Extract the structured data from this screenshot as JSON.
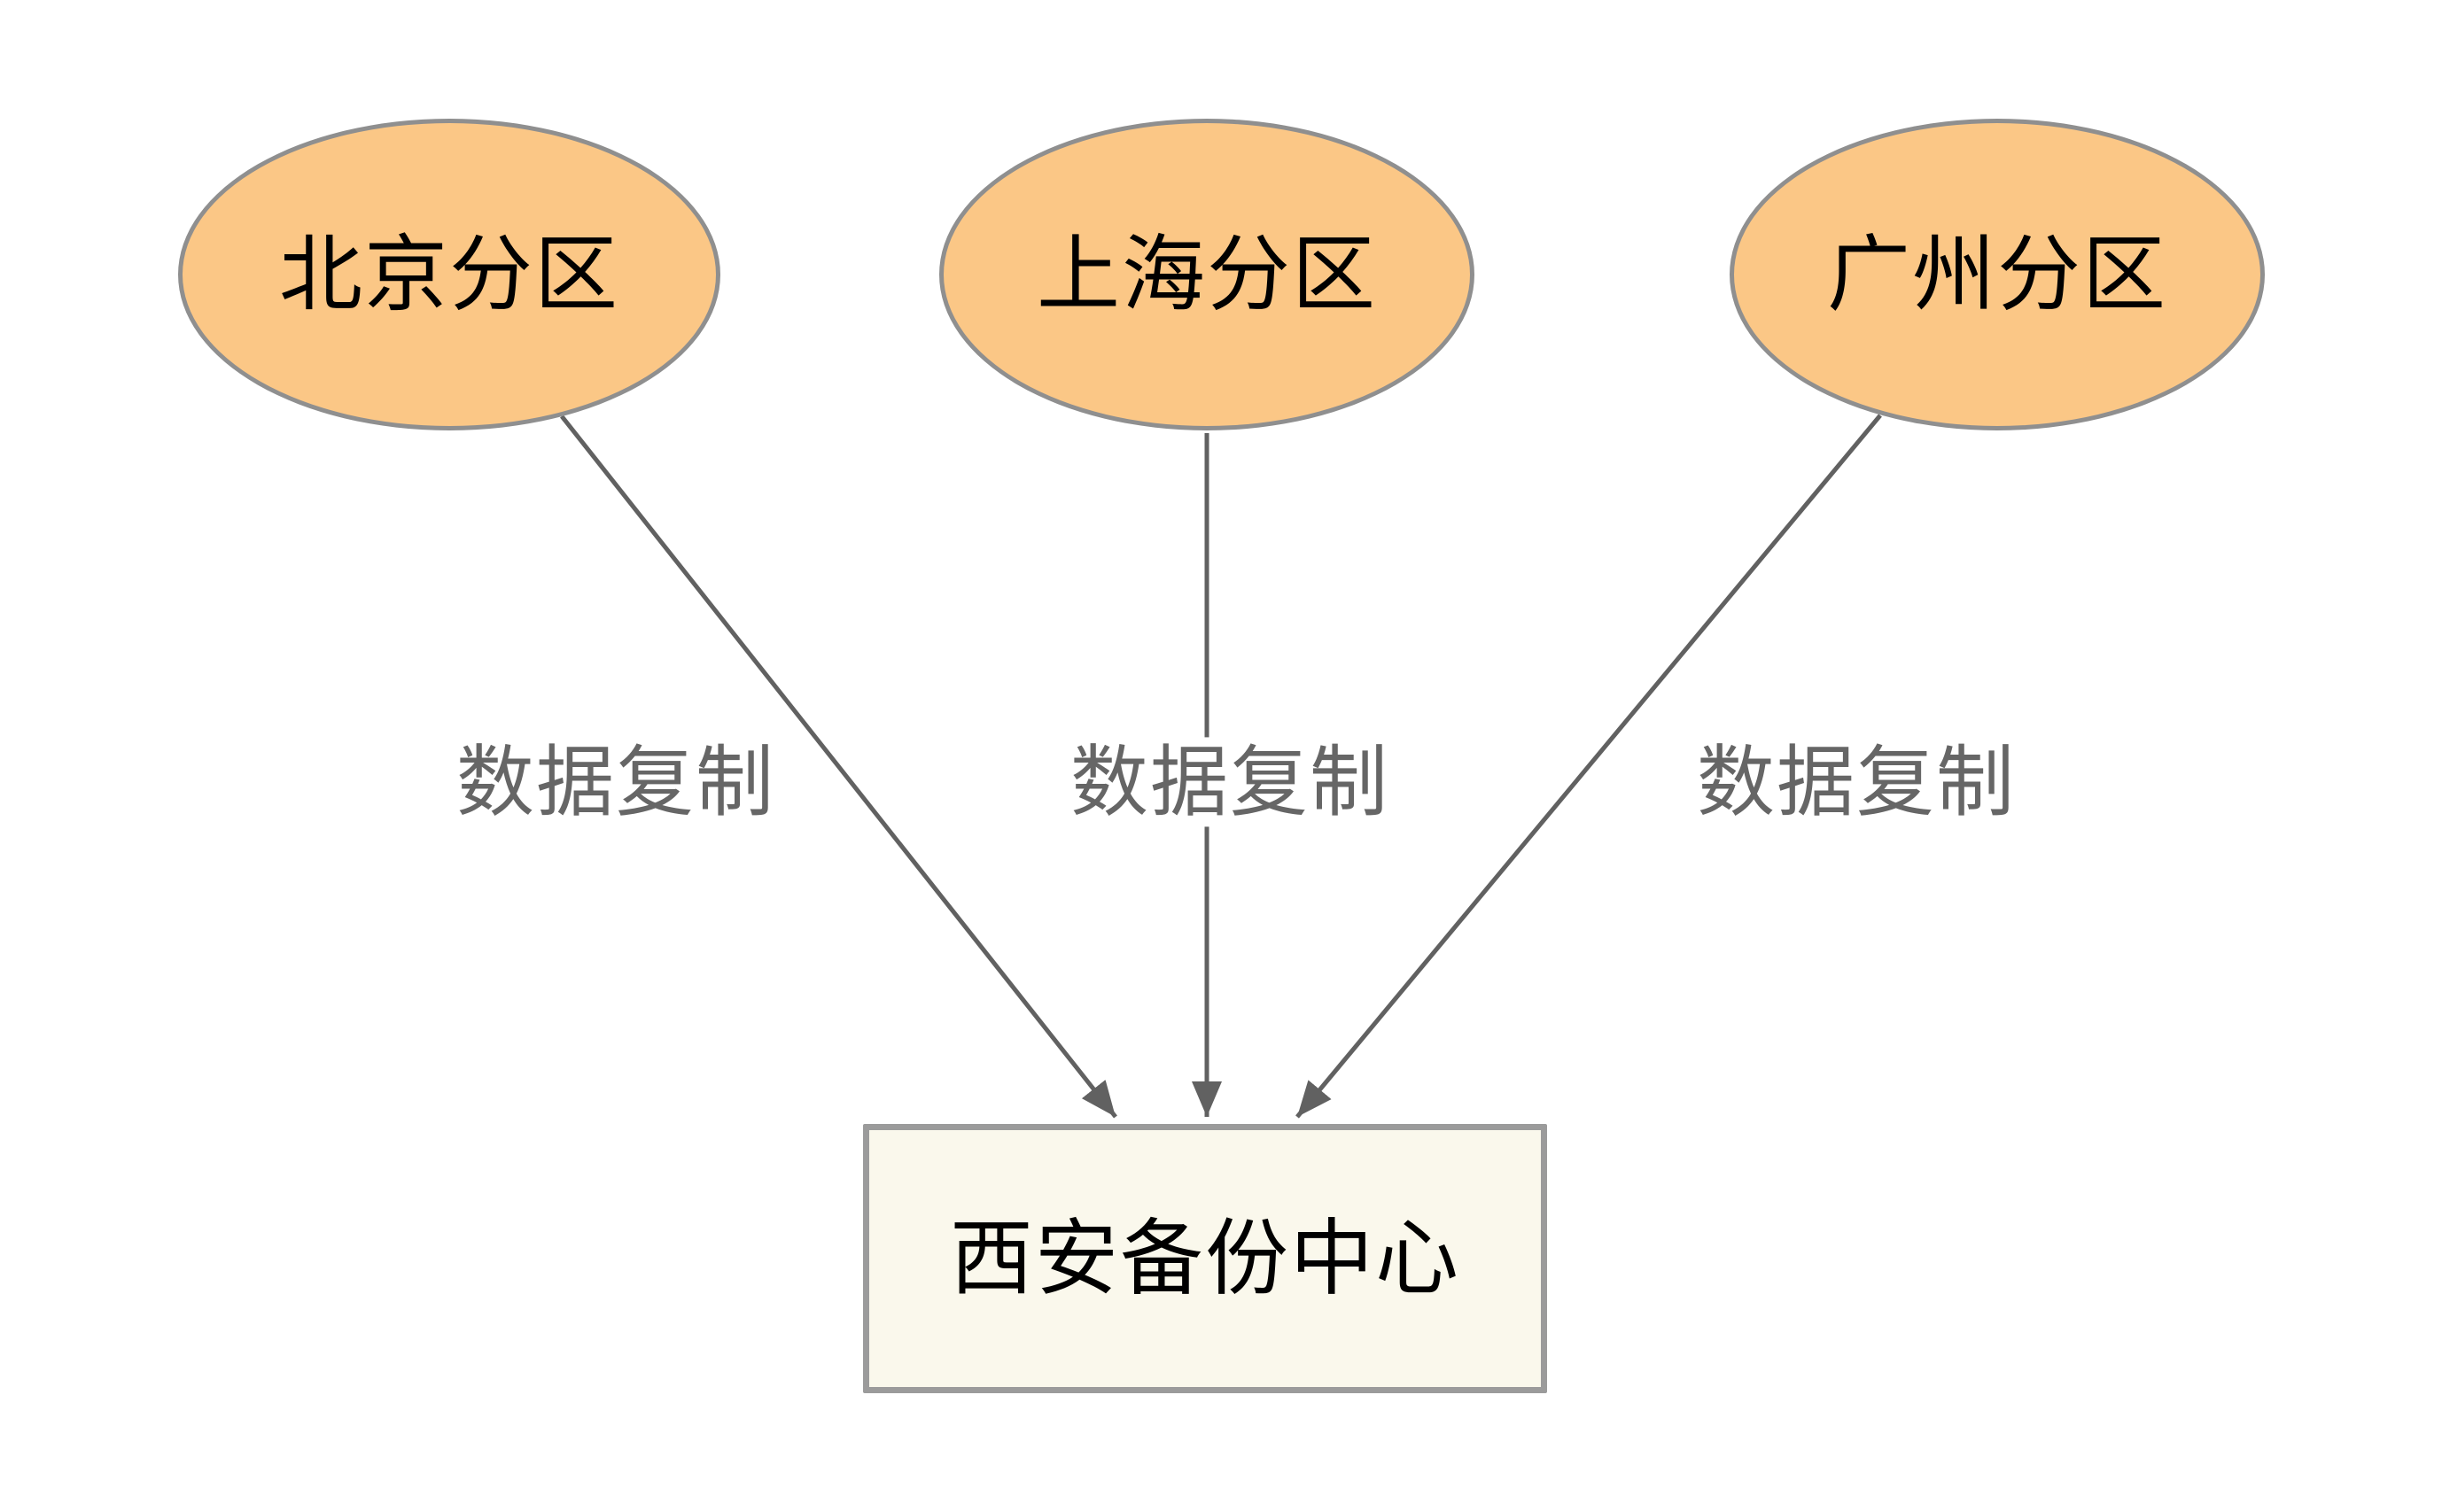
{
  "diagram": {
    "type": "replication-topology",
    "nodes": {
      "beijing": {
        "label": "北京分区",
        "shape": "ellipse"
      },
      "shanghai": {
        "label": "上海分区",
        "shape": "ellipse"
      },
      "guangzhou": {
        "label": "广州分区",
        "shape": "ellipse"
      },
      "xian": {
        "label": "西安备份中心",
        "shape": "rectangle"
      }
    },
    "edges": {
      "beijing_xian": {
        "label": "数据复制",
        "from": "beijing",
        "to": "xian",
        "arrow": "end"
      },
      "shanghai_xian": {
        "label": "数据复制",
        "from": "shanghai",
        "to": "xian",
        "arrow": "end"
      },
      "guangzhou_xian": {
        "label": "数据复制",
        "from": "guangzhou",
        "to": "xian",
        "arrow": "end"
      }
    }
  },
  "colors": {
    "node_fill": "#fbc786",
    "node_stroke": "#8f8f8f",
    "rect_fill": "#faf8ec",
    "rect_stroke": "#9b9b9b",
    "edge_color": "#616161",
    "edge_label_color": "#666666",
    "node_text_color": "#000000",
    "canvas_bg": "#ffffff"
  }
}
